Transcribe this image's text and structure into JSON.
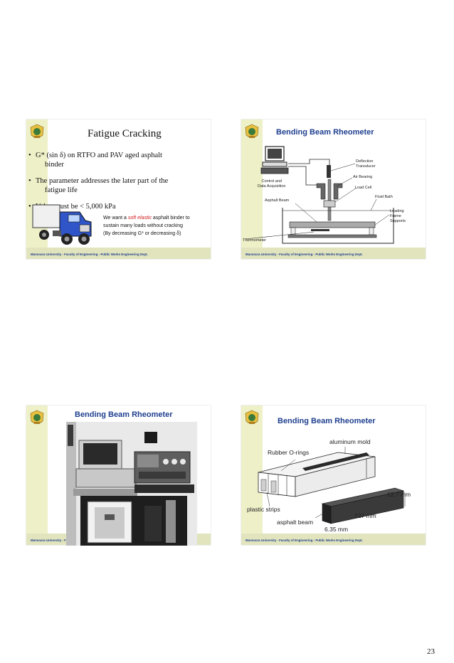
{
  "footer": "Mansoura University - Faculty of Engineering - Public Works Engineering Dept.",
  "page_number": "23",
  "slide1": {
    "title": "Fatigue Cracking",
    "bullets": [
      "G* (sin δ) on RTFO and PAV aged asphalt",
      "binder",
      "The parameter addresses the later part of the",
      "fatigue life",
      "Value must be < 5,000 kPa"
    ],
    "note_pre": "We want a ",
    "note_red": "soft elastic",
    "note_post": " asphalt binder to",
    "note_l2": "sustain many loads without cracking",
    "note_l3": "(By decreasing G* or decreasing δ)"
  },
  "slide2": {
    "title": "Bending Beam Rheometer",
    "labels": {
      "deflection": "Deflection",
      "transducer": "Transducer",
      "air": "Air Bearing",
      "control": "Control and",
      "daq": "Data Acquisition",
      "loadcell": "Load Cell",
      "fluid": "Fluid Bath",
      "beam": "Asphalt Beam",
      "loading": "Loading",
      "frame": "Frame",
      "supports": "Supports",
      "thermo": "Thermometer"
    }
  },
  "slide3": {
    "title": "Bending Beam Rheometer"
  },
  "slide4": {
    "title": "Bending Beam Rheometer",
    "labels": {
      "mold": "aluminum mold",
      "rings": "Rubber O-rings",
      "d127": "12.7 mm",
      "strips": "plastic strips",
      "d127b": "127 mm",
      "beam": "asphalt beam",
      "d635": "6.35 mm"
    }
  }
}
